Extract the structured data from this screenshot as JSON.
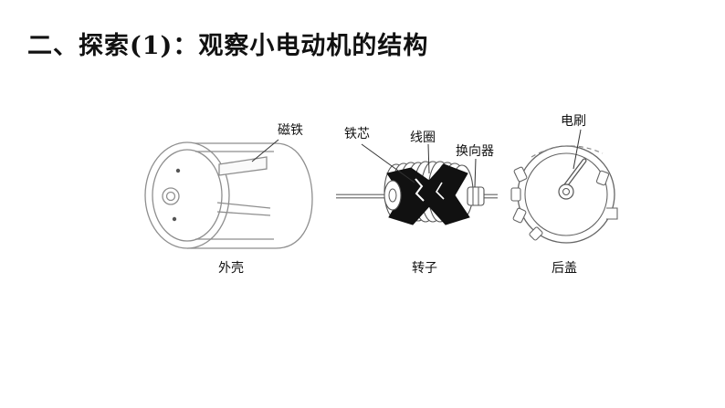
{
  "slide": {
    "title": "二、探索(1)：观察小电动机的结构"
  },
  "figure": {
    "callouts": {
      "magnet": "磁铁",
      "iron_core": "铁芯",
      "coil": "线圈",
      "commutator": "换向器",
      "brush": "电刷"
    },
    "parts": {
      "housing": "外壳",
      "rotor": "转子",
      "rear_cover": "后盖"
    }
  },
  "colors": {
    "outline": "#333333",
    "light_outline": "#9a9a9a",
    "dark_fill": "#111111"
  }
}
